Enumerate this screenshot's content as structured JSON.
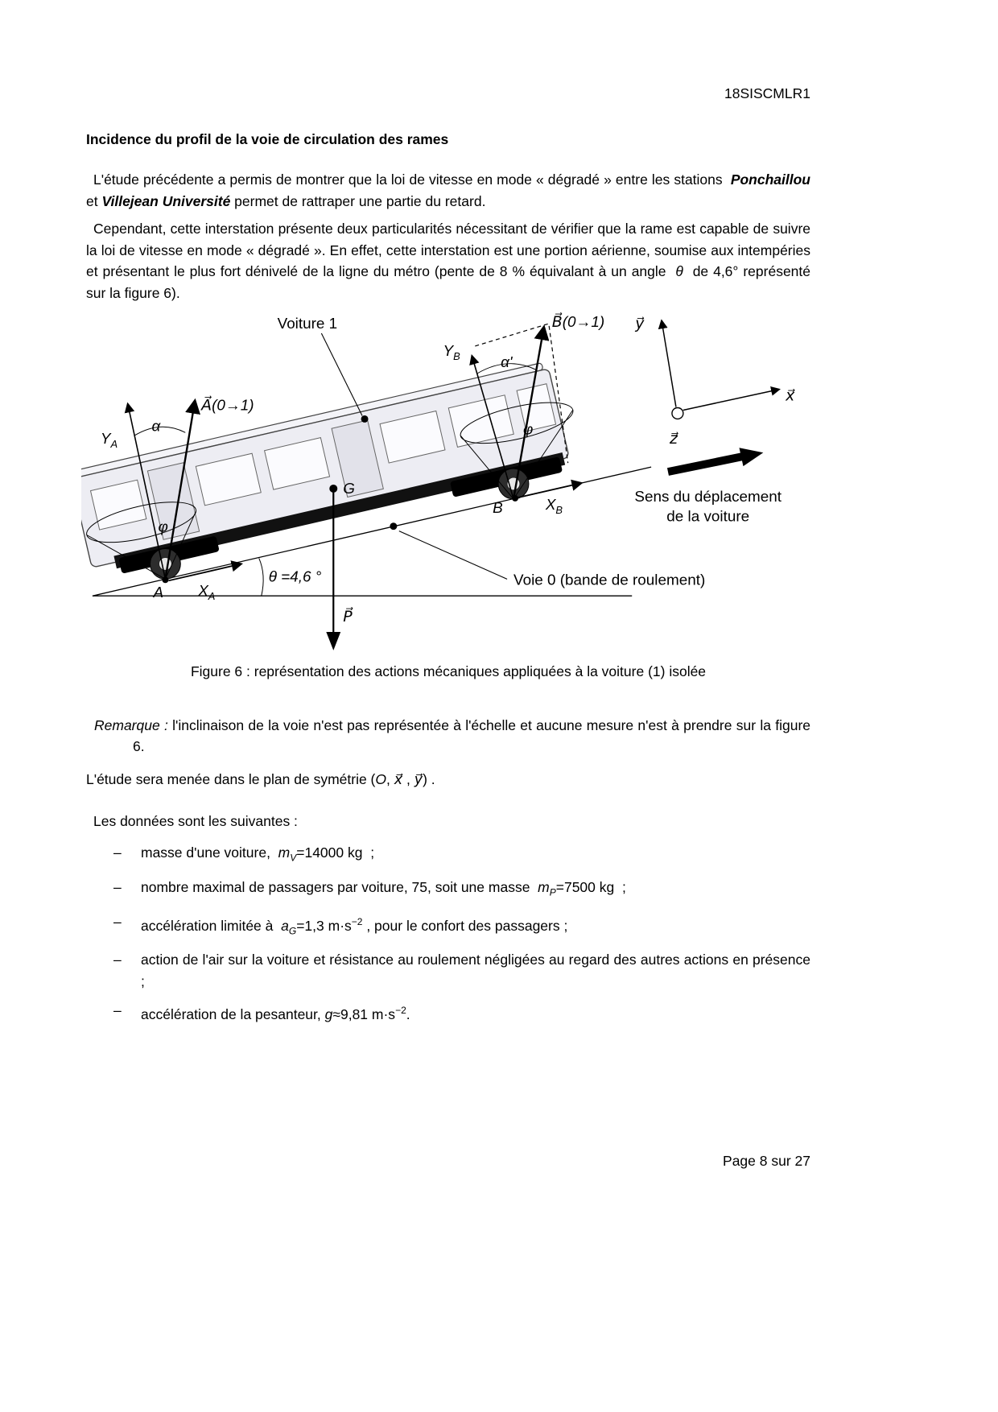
{
  "page": {
    "ref": "18SISCMLR1",
    "footer": "Page 8 sur 27"
  },
  "title": "Incidence du profil de la voie de circulation des rames",
  "intro": {
    "para1": [
      {
        "x": "L'étude précédente a permis de montrer que la loi de vitesse en mode « dégradé » entre les stations  "
      },
      {
        "t": "bi",
        "x": "Ponchaillou"
      },
      {
        "x": " et "
      },
      {
        "t": "bi",
        "x": "Villejean Université"
      },
      {
        "x": " permet de rattraper une partie du retard."
      }
    ],
    "para2": [
      {
        "x": "Cependant, cette interstation présente deux particularités nécessitant de vérifier que la rame est capable de suivre la loi de vitesse en mode « dégradé ». En effet, cette interstation est une portion aérienne, soumise aux intempéries et présentant le plus fort dénivelé de la ligne du métro (pente de 8 % équivalant à un angle  "
      },
      {
        "t": "i",
        "x": "θ"
      },
      {
        "x": "  de 4,6° représenté sur la figure 6)."
      }
    ]
  },
  "figure": {
    "caption": "Figure 6 : représentation des actions mécaniques appliquées à la voiture (1) isolée",
    "labels": {
      "voiture": "Voiture 1",
      "vecA": "A⃗(0→1)",
      "vecB": "B⃗(0→1)",
      "x_axis": "x⃗",
      "y_axis": "y⃗",
      "z_axis": "z⃗",
      "Y": "Y",
      "X": "X",
      "sub_A": "A",
      "sub_B": "B",
      "alpha": "α",
      "alpha_prime": "α'",
      "phi": "φ",
      "theta": "θ =4,6 °",
      "point_A": "A",
      "point_B": "B",
      "point_G": "G",
      "vecP": "P⃗",
      "sens1": "Sens du déplacement",
      "sens2": "de la voiture",
      "voie": "Voie 0 (bande de roulement)"
    }
  },
  "remark": {
    "segments": [
      {
        "t": "i",
        "x": "Remarque :"
      },
      {
        "x": " l'inclinaison de la voie n'est pas représentée à l'échelle et aucune mesure n'est à prendre sur la figure 6."
      }
    ]
  },
  "plan": [
    {
      "x": "L'étude sera menée dans le plan de symétrie ("
    },
    {
      "t": "i",
      "x": "O"
    },
    {
      "x": ", "
    },
    {
      "t": "i",
      "x": "x⃗"
    },
    {
      "x": " , "
    },
    {
      "t": "i",
      "x": "y⃗"
    },
    {
      "x": ") ."
    }
  ],
  "data_section": {
    "intro": "Les données sont les suivantes :",
    "bullet": "–",
    "items": [
      {
        "segments": [
          {
            "x": "masse d'une voiture,  "
          },
          {
            "t": "i",
            "x": "m"
          },
          {
            "t": "sub",
            "x": "V"
          },
          {
            "x": "=14000 kg  ;"
          }
        ]
      },
      {
        "segments": [
          {
            "x": "nombre maximal de passagers par voiture, 75, soit une masse  "
          },
          {
            "t": "i",
            "x": "m"
          },
          {
            "t": "sub",
            "x": "P"
          },
          {
            "x": "=7500 kg  ;"
          }
        ]
      },
      {
        "segments": [
          {
            "x": "accélération limitée à  "
          },
          {
            "t": "i",
            "x": "a"
          },
          {
            "t": "sub",
            "x": "G"
          },
          {
            "x": "=1,3 m·s"
          },
          {
            "t": "sup",
            "x": "−2"
          },
          {
            "x": " , pour le confort des passagers ;"
          }
        ]
      },
      {
        "segments": [
          {
            "x": "action de l'air sur la voiture et résistance au roulement négligées au regard des autres actions en présence ;"
          }
        ]
      },
      {
        "segments": [
          {
            "x": "accélération de la pesanteur, "
          },
          {
            "t": "i",
            "x": "g"
          },
          {
            "x": "≈9,81 m·s"
          },
          {
            "t": "sup",
            "x": "−2"
          },
          {
            "x": "."
          }
        ]
      }
    ]
  }
}
